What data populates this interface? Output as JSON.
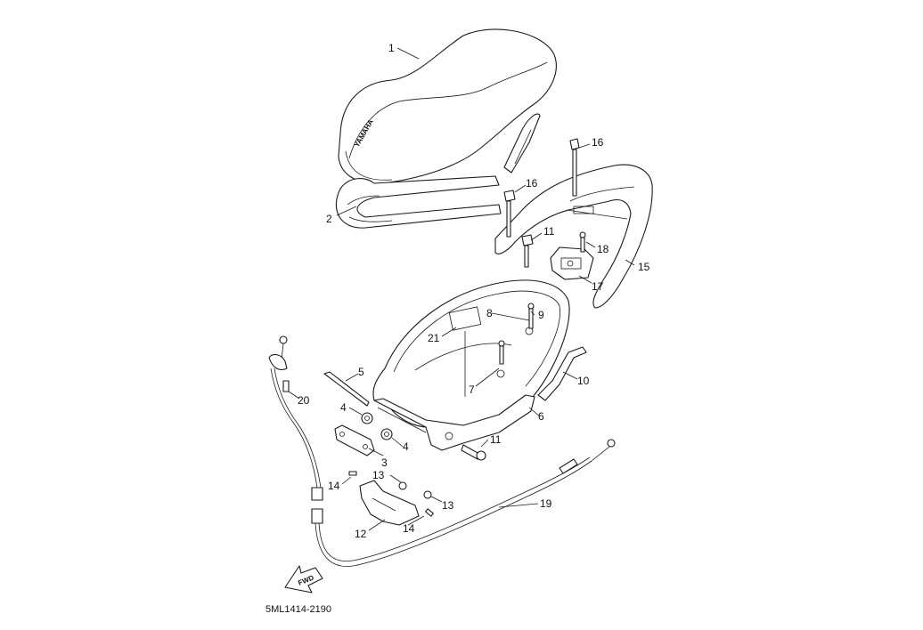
{
  "diagram_code": "5ML1414-2190",
  "fwd_label": "FWD",
  "callouts": [
    {
      "id": "c1",
      "text": "1"
    },
    {
      "id": "c2",
      "text": "2"
    },
    {
      "id": "c3",
      "text": "3"
    },
    {
      "id": "c4a",
      "text": "4"
    },
    {
      "id": "c4b",
      "text": "4"
    },
    {
      "id": "c5",
      "text": "5"
    },
    {
      "id": "c6",
      "text": "6"
    },
    {
      "id": "c7",
      "text": "7"
    },
    {
      "id": "c8",
      "text": "8"
    },
    {
      "id": "c9",
      "text": "9"
    },
    {
      "id": "c10",
      "text": "10"
    },
    {
      "id": "c11a",
      "text": "11"
    },
    {
      "id": "c11b",
      "text": "11"
    },
    {
      "id": "c12",
      "text": "12"
    },
    {
      "id": "c13a",
      "text": "13"
    },
    {
      "id": "c13b",
      "text": "13"
    },
    {
      "id": "c14a",
      "text": "14"
    },
    {
      "id": "c14b",
      "text": "14"
    },
    {
      "id": "c15",
      "text": "15"
    },
    {
      "id": "c16a",
      "text": "16"
    },
    {
      "id": "c16b",
      "text": "16"
    },
    {
      "id": "c17",
      "text": "17"
    },
    {
      "id": "c18",
      "text": "18"
    },
    {
      "id": "c19",
      "text": "19"
    },
    {
      "id": "c20",
      "text": "20"
    },
    {
      "id": "c21",
      "text": "21"
    }
  ]
}
